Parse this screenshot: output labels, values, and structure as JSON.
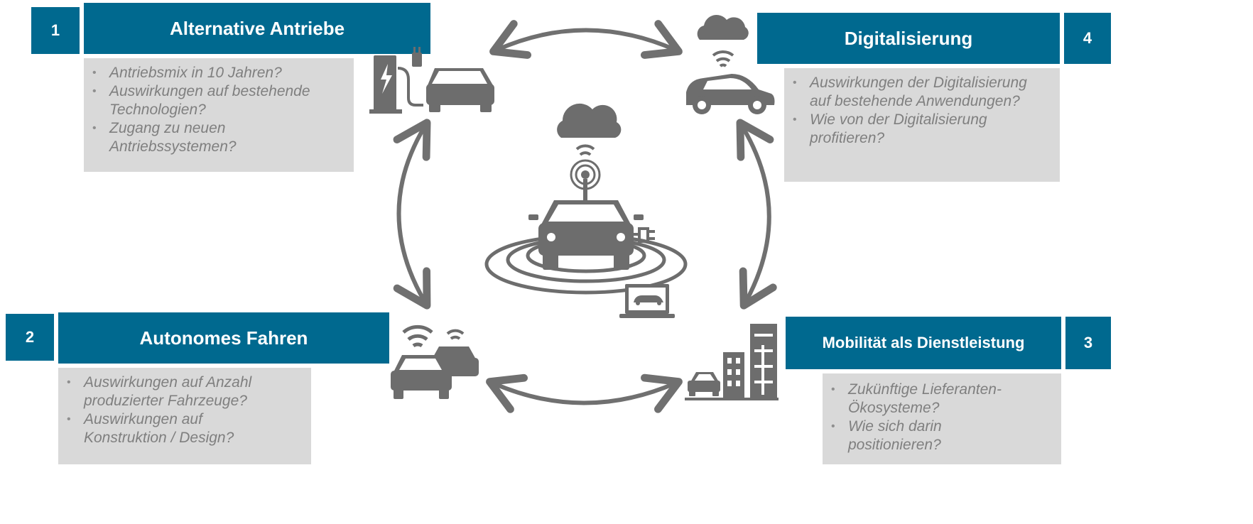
{
  "colors": {
    "accent": "#00698f",
    "box": "#d9d9d9",
    "text": "#7f7f7f",
    "icon": "#6d6d6d"
  },
  "sections": [
    {
      "number": "1",
      "title": "Alternative Antriebe",
      "items": [
        "Antriebsmix in 10 Jahren?",
        "Auswirkungen auf bestehende Technologien?",
        "Zugang zu neuen Antriebssystemen?"
      ]
    },
    {
      "number": "2",
      "title": "Autonomes Fahren",
      "items": [
        "Auswirkungen auf Anzahl produzierter Fahrzeuge?",
        "Auswirkungen auf Konstruktion / Design?"
      ]
    },
    {
      "number": "3",
      "title": "Mobilität als Dienstleistung",
      "items": [
        "Zukünftige Lieferanten-Ökosysteme?",
        "Wie sich darin positionieren?"
      ]
    },
    {
      "number": "4",
      "title": "Digitalisierung",
      "items": [
        "Auswirkungen der Digitalisierung auf bestehende Anwendungen?",
        "Wie von der Digitalisierung profitieren?"
      ]
    }
  ],
  "icons": [
    "charging-station-car-icon",
    "connected-car-icon",
    "autonomous-cars-icon",
    "city-car-icon",
    "central-smart-car-icon",
    "cloud-icon",
    "laptop-icon"
  ]
}
